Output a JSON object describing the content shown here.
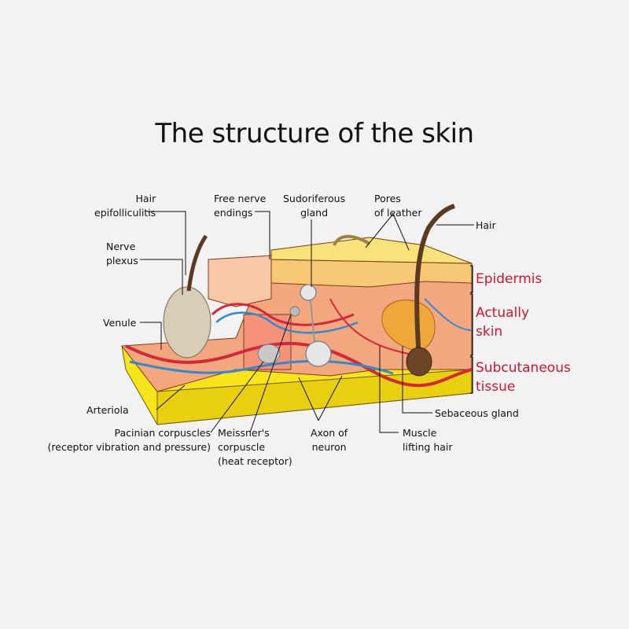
{
  "title": "The structure of the skin",
  "labels": {
    "hair_epifolliculitis": [
      "Hair",
      "epifolliculitis"
    ],
    "free_nerve_endings": [
      "Free nerve",
      "endings"
    ],
    "sudoriferous_gland": [
      "Sudoriferous",
      "gland"
    ],
    "pores_of_leather": [
      "Pores",
      "of leather"
    ],
    "hair": [
      "Hair"
    ],
    "nerve_plexus": [
      "Nerve",
      "plexus"
    ],
    "venule": [
      "Venule"
    ],
    "arteriola": [
      "Arteriola"
    ],
    "pacinian_corpuscles": [
      "Pacinian corpuscles",
      "(receptor vibration and pressure)"
    ],
    "meissners_corpuscle": [
      "Meissner's",
      "corpuscle",
      "(heat receptor)"
    ],
    "axon_of_neuron": [
      "Axon of",
      "neuron"
    ],
    "muscle_lifting_hair": [
      "Muscle",
      "lifting hair"
    ],
    "sebaceous_gland": [
      "Sebaceous gland"
    ]
  },
  "layers": {
    "epidermis": [
      "Epidermis"
    ],
    "actually_skin": [
      "Actually",
      "skin"
    ],
    "subcutaneous_tissue": [
      "Subcutaneous",
      "tissue"
    ]
  },
  "colors": {
    "layer_label": "#d2152b",
    "subcutaneous_fat": "#f7e41b",
    "dermis": "#f2a77f",
    "epidermis": "#f7c873",
    "artery": "#d22a3a",
    "vein": "#2f8bd2"
  }
}
